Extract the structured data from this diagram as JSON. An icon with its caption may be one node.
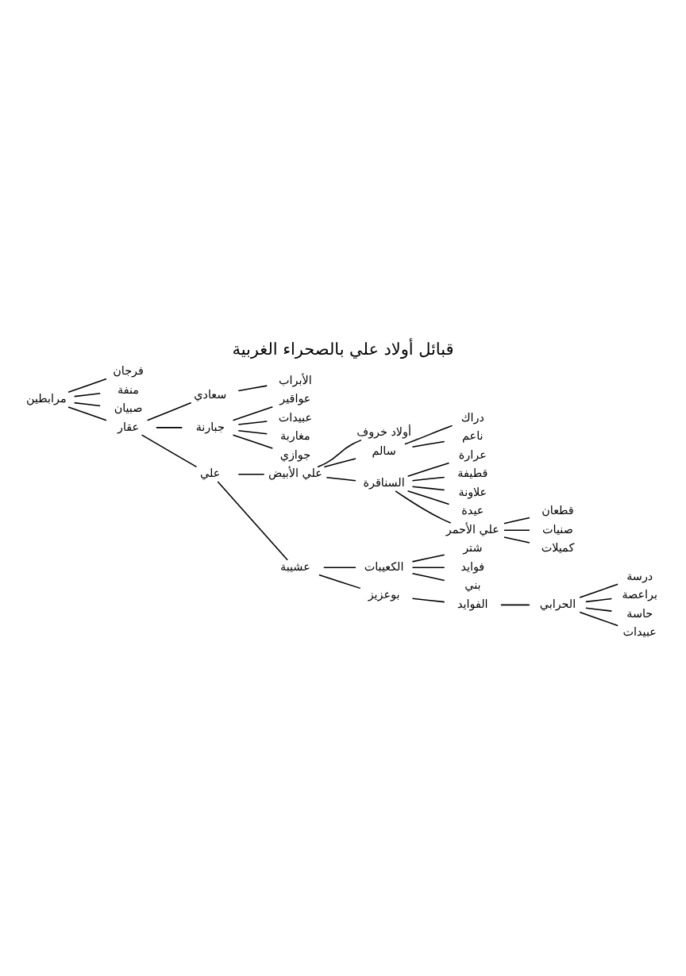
{
  "diagram": {
    "title": "قبائل أولاد علي بالصحراء الغربية",
    "nodes": [
      {
        "text": [
          "مرابطين"
        ]
      },
      {
        "text": [
          "فرجان"
        ]
      },
      {
        "text": [
          "منفة"
        ]
      },
      {
        "text": [
          "صبيان"
        ]
      },
      {
        "text": [
          "عقار"
        ]
      },
      {
        "text": [
          "سعادي"
        ]
      },
      {
        "text": [
          "الأبراب"
        ]
      },
      {
        "text": [
          "جبارنة"
        ]
      },
      {
        "text": [
          "عواقير"
        ]
      },
      {
        "text": [
          "عبيدات"
        ]
      },
      {
        "text": [
          "مغاربة"
        ]
      },
      {
        "text": [
          "جوازي"
        ]
      },
      {
        "text": [
          "علي"
        ]
      },
      {
        "text": [
          "علي الأبيض"
        ]
      },
      {
        "text": [
          "أولاد خروف"
        ]
      },
      {
        "text": [
          "سالم"
        ]
      },
      {
        "text": [
          "دراك"
        ]
      },
      {
        "text": [
          "ناعم"
        ]
      },
      {
        "text": [
          "السناقرة"
        ]
      },
      {
        "text": [
          "عرارة"
        ]
      },
      {
        "text": [
          "قطيفة"
        ]
      },
      {
        "text": [
          "علاونة"
        ]
      },
      {
        "text": [
          "عيدة"
        ]
      },
      {
        "text": [
          "علي الأحمر"
        ]
      },
      {
        "text": [
          "قطعان"
        ]
      },
      {
        "text": [
          "صنيات"
        ]
      },
      {
        "text": [
          "كميلات"
        ]
      },
      {
        "text": [
          "عشيبة"
        ]
      },
      {
        "text": [
          "الكعيبات"
        ]
      },
      {
        "text": [
          "شتر"
        ]
      },
      {
        "text": [
          "فوايد"
        ]
      },
      {
        "text": [
          "بني"
        ]
      },
      {
        "text": [
          "بوعزيز"
        ]
      },
      {
        "text": [
          "الفوايد"
        ]
      },
      {
        "text": [
          "الحرابي"
        ]
      },
      {
        "text": [
          "درسة"
        ]
      },
      {
        "text": [
          "براعصة"
        ]
      },
      {
        "text": [
          "حاسة"
        ]
      },
      {
        "text": [
          "عبيدات"
        ]
      }
    ],
    "edges": [
      {
        "from": 0,
        "to": 4,
        "arrow": "none"
      },
      {
        "from": 4,
        "to": 7,
        "arrow": "none"
      },
      {
        "from": 4,
        "to": 5,
        "arrow": "none"
      },
      {
        "from": 5,
        "to": 6,
        "arrow": "none"
      },
      {
        "from": 0,
        "to": 1,
        "arrow": "none"
      },
      {
        "from": 0,
        "to": 2,
        "arrow": "none"
      },
      {
        "from": 0,
        "to": 3,
        "arrow": "none"
      },
      {
        "from": 7,
        "to": 8,
        "arrow": "none"
      },
      {
        "from": 7,
        "to": 9,
        "arrow": "none"
      },
      {
        "from": 7,
        "to": 10,
        "arrow": "none"
      },
      {
        "from": 7,
        "to": 11,
        "arrow": "none"
      },
      {
        "from": 4,
        "to": 12,
        "arrow": "none"
      },
      {
        "from": 12,
        "to": 27,
        "arrow": "none"
      },
      {
        "from": 27,
        "to": 32,
        "arrow": "none"
      },
      {
        "from": 32,
        "to": 33,
        "arrow": "none"
      },
      {
        "from": 33,
        "to": 34,
        "arrow": "none"
      },
      {
        "from": 12,
        "to": 13,
        "arrow": "none"
      },
      {
        "from": 13,
        "to": 18,
        "arrow": "none"
      },
      {
        "from": 18,
        "to": 23,
        "arrow": "none"
      },
      {
        "from": 13,
        "to": 14,
        "arrow": "none"
      },
      {
        "from": 13,
        "to": 15,
        "arrow": "none"
      },
      {
        "from": 15,
        "to": 16,
        "arrow": "none"
      },
      {
        "from": 15,
        "to": 17,
        "arrow": "none"
      },
      {
        "from": 18,
        "to": 19,
        "arrow": "none"
      },
      {
        "from": 18,
        "to": 20,
        "arrow": "none"
      },
      {
        "from": 18,
        "to": 21,
        "arrow": "none"
      },
      {
        "from": 18,
        "to": 22,
        "arrow": "none"
      },
      {
        "from": 23,
        "to": 24,
        "arrow": "none"
      },
      {
        "from": 23,
        "to": 25,
        "arrow": "none"
      },
      {
        "from": 23,
        "to": 26,
        "arrow": "none"
      },
      {
        "from": 27,
        "to": 28,
        "arrow": "none"
      },
      {
        "from": 28,
        "to": 29,
        "arrow": "none"
      },
      {
        "from": 28,
        "to": 30,
        "arrow": "none"
      },
      {
        "from": 28,
        "to": 31,
        "arrow": "none"
      },
      {
        "from": 34,
        "to": 35,
        "arrow": "none"
      },
      {
        "from": 34,
        "to": 36,
        "arrow": "none"
      },
      {
        "from": 34,
        "to": 37,
        "arrow": "none"
      },
      {
        "from": 34,
        "to": 38,
        "arrow": "none"
      }
    ]
  }
}
